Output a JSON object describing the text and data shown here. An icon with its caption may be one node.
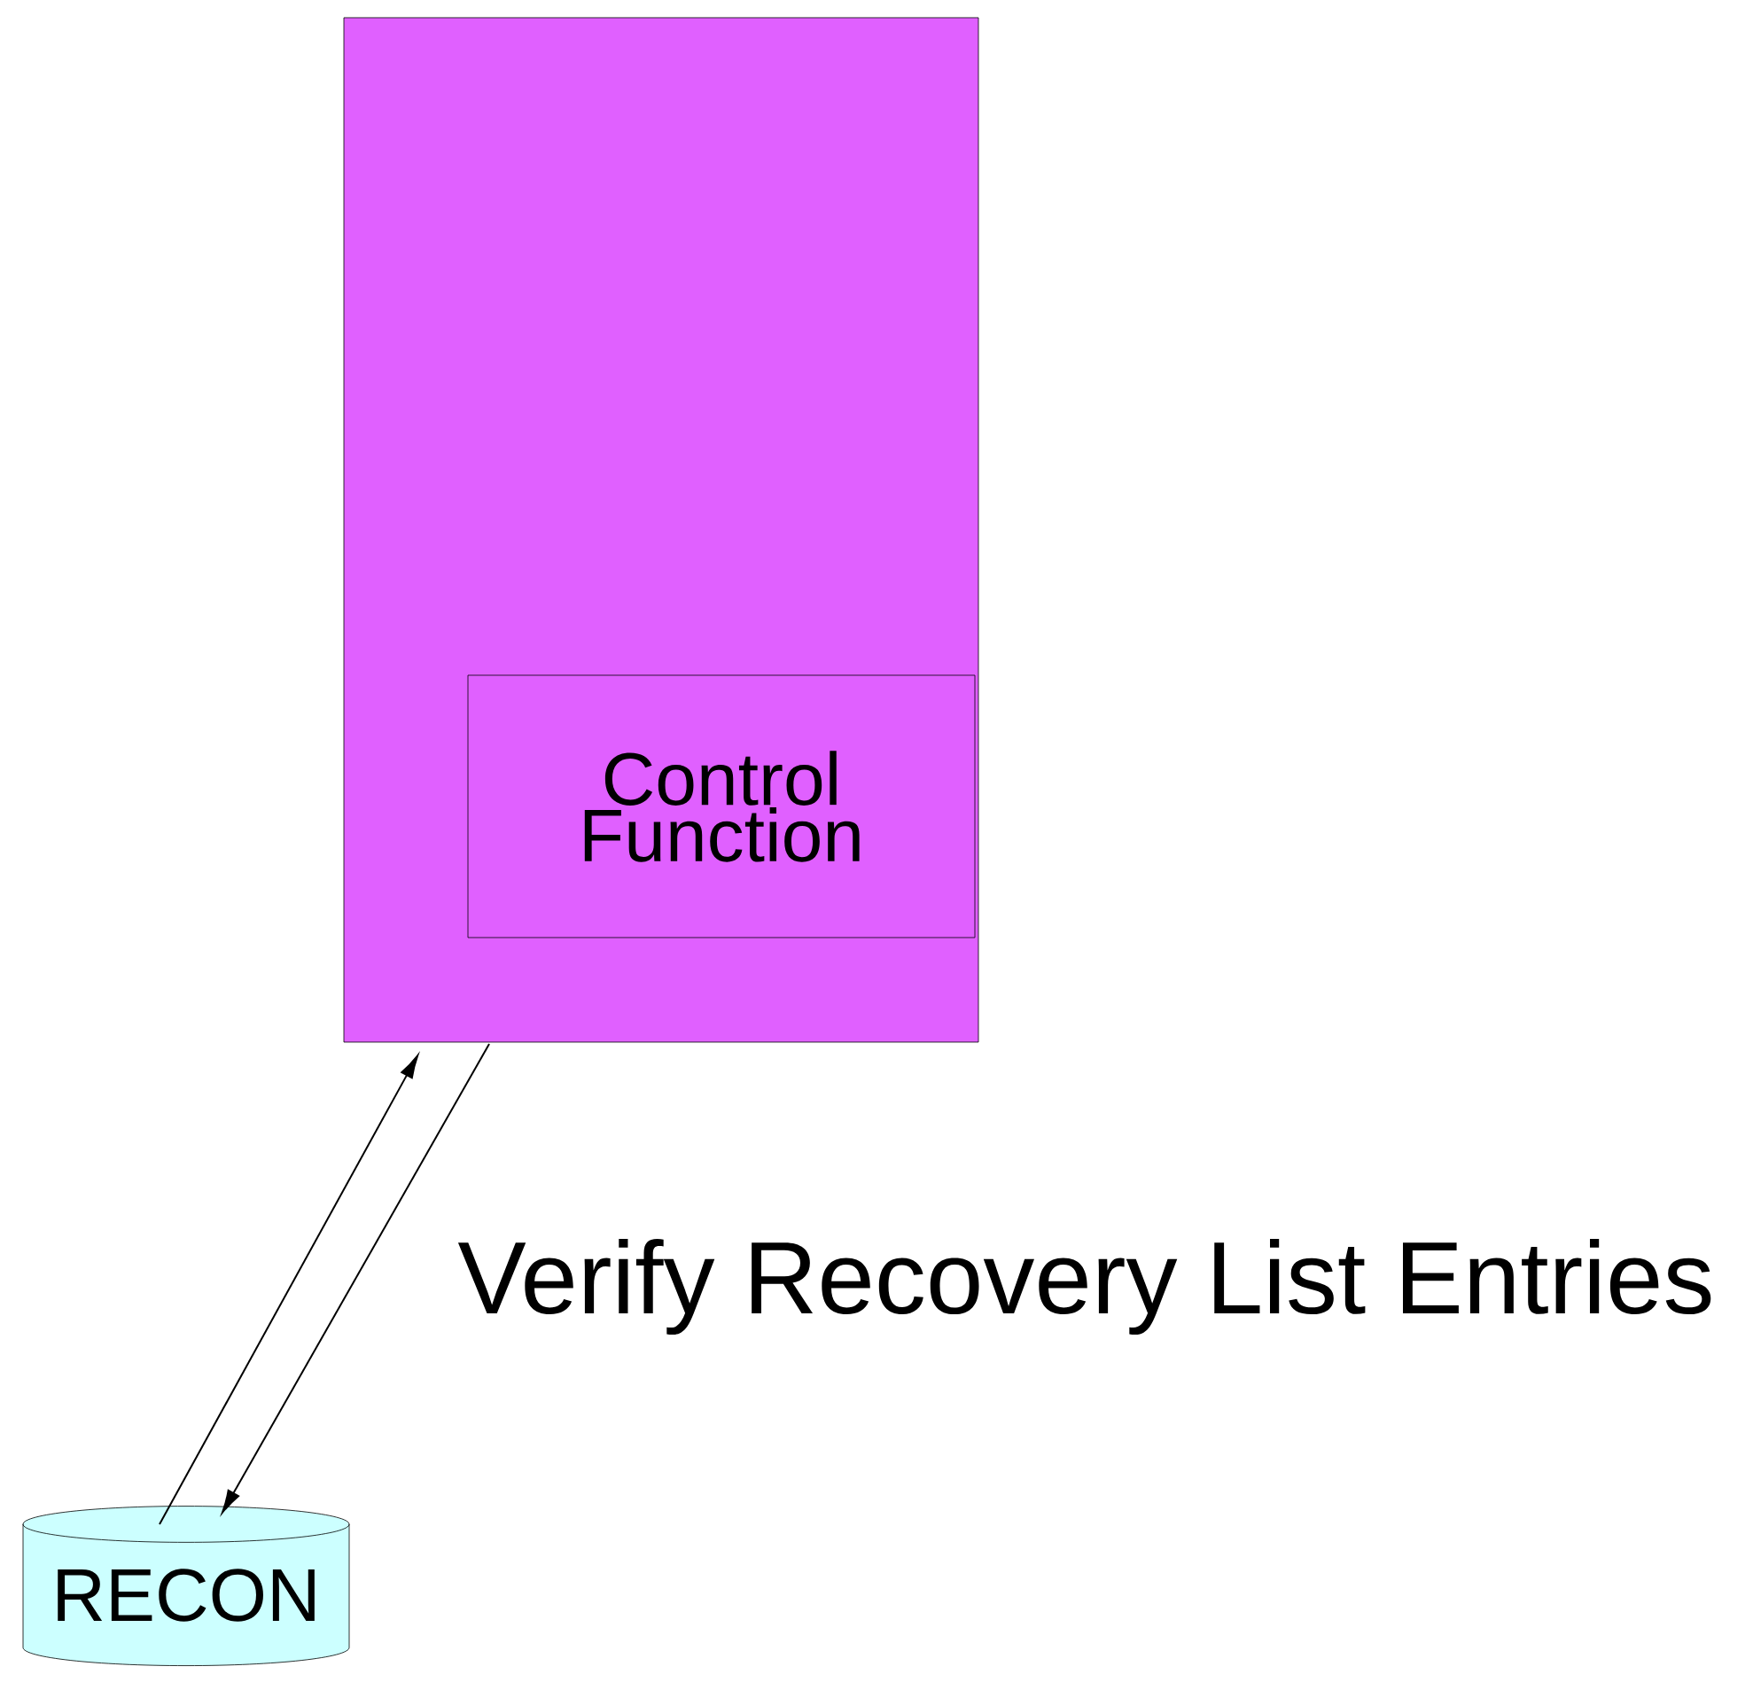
{
  "diagram": {
    "nodes": [
      {
        "text": [],
        "shape": "box"
      },
      {
        "text": [
          "Control Function"
        ],
        "in": 0
      },
      {
        "text": [
          "RECON"
        ]
      }
    ],
    "edges": [
      {
        "from": 2,
        "to": 0,
        "arrow": "to"
      },
      {
        "from": 0,
        "to": 2,
        "arrow": "to"
      }
    ],
    "labels": [
      "Verify Recovery List Entries"
    ]
  }
}
